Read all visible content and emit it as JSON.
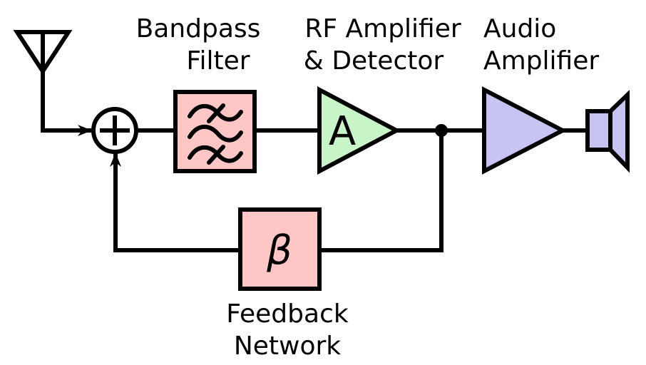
{
  "diagram": {
    "title": "Regenerative receiver block diagram",
    "blocks": {
      "antenna": {
        "icon": "antenna-icon"
      },
      "summer": {
        "icon": "summing-junction-icon",
        "symbol": "+"
      },
      "bandpass_filter": {
        "label_line1": "Bandpass",
        "label_line2": "Filter",
        "icon": "bandpass-filter-icon",
        "fill": "#ffc6c6"
      },
      "rf_amplifier": {
        "label_line1": "RF Amplifier",
        "label_line2": "& Detector",
        "symbol": "A",
        "fill": "#c8f5c8"
      },
      "audio_amplifier": {
        "label_line1": "Audio",
        "label_line2": "Amplifier",
        "fill": "#c8c4f2"
      },
      "speaker": {
        "icon": "speaker-icon",
        "fill": "#c8c4f2"
      },
      "feedback_network": {
        "label_line1": "Feedback",
        "label_line2": "Network",
        "symbol": "β",
        "fill": "#ffc6c6"
      }
    },
    "connections": [
      {
        "from": "antenna",
        "to": "summer"
      },
      {
        "from": "summer",
        "to": "bandpass_filter"
      },
      {
        "from": "bandpass_filter",
        "to": "rf_amplifier"
      },
      {
        "from": "rf_amplifier",
        "to": "audio_amplifier"
      },
      {
        "from": "audio_amplifier",
        "to": "speaker"
      },
      {
        "from": "rf_amplifier",
        "to": "feedback_network"
      },
      {
        "from": "feedback_network",
        "to": "summer"
      }
    ],
    "colors": {
      "stroke": "#000000",
      "filter_fill": "#ffc6c6",
      "rf_amp_fill": "#c8f5c8",
      "audio_fill": "#c8c4f2"
    }
  }
}
